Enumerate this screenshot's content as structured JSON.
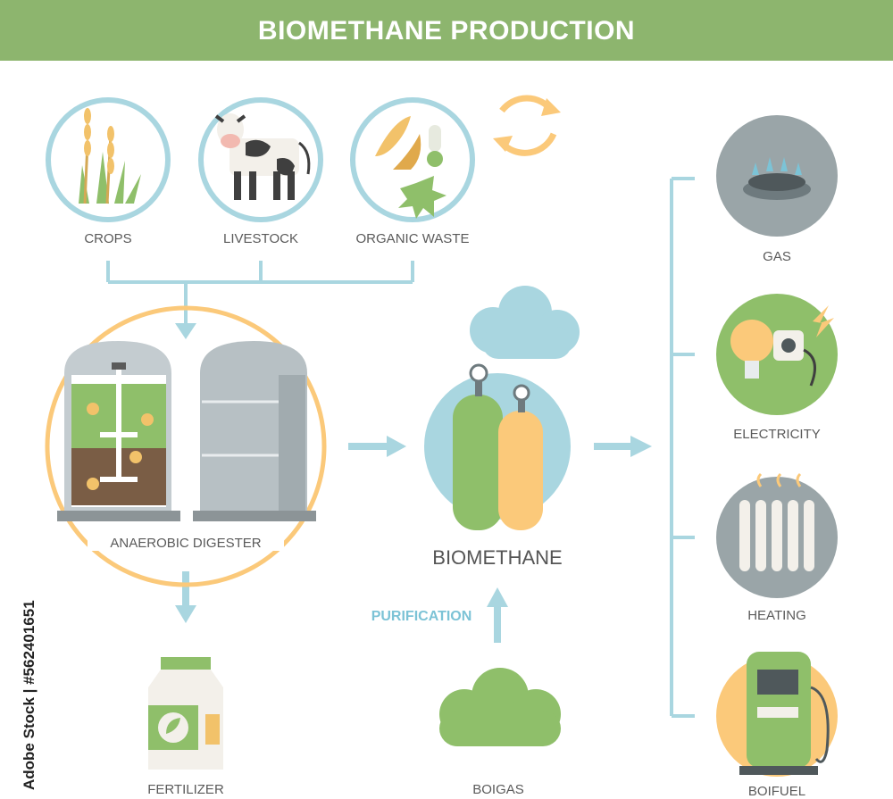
{
  "header": {
    "title": "BIOMETHANE PRODUCTION"
  },
  "sources": [
    {
      "label": "CROPS",
      "icon": "crops-icon"
    },
    {
      "label": "LIVESTOCK",
      "icon": "cow-icon"
    },
    {
      "label": "ORGANIC WASTE",
      "icon": "organic-waste-icon"
    }
  ],
  "digester": {
    "label": "ANAEROBIC DIGESTER"
  },
  "fertilizer": {
    "label": "FERTILIZER"
  },
  "biomethane": {
    "label": "BIOMETHANE"
  },
  "purification": {
    "label": "PURIFICATION"
  },
  "biogas": {
    "label": "BOIGAS"
  },
  "uses": [
    {
      "label": "GAS",
      "icon": "gas-burner-icon"
    },
    {
      "label": "ELECTRICITY",
      "icon": "electricity-icon"
    },
    {
      "label": "HEATING",
      "icon": "radiator-icon"
    },
    {
      "label": "BOIFUEL",
      "icon": "fuel-pump-icon"
    }
  ],
  "watermark": {
    "text": "Adobe Stock | #562401651"
  },
  "colors": {
    "green": "#8db56e",
    "blue": "#7cc3d6",
    "orange": "#fbc97a",
    "gray": "#9aa5a8"
  }
}
